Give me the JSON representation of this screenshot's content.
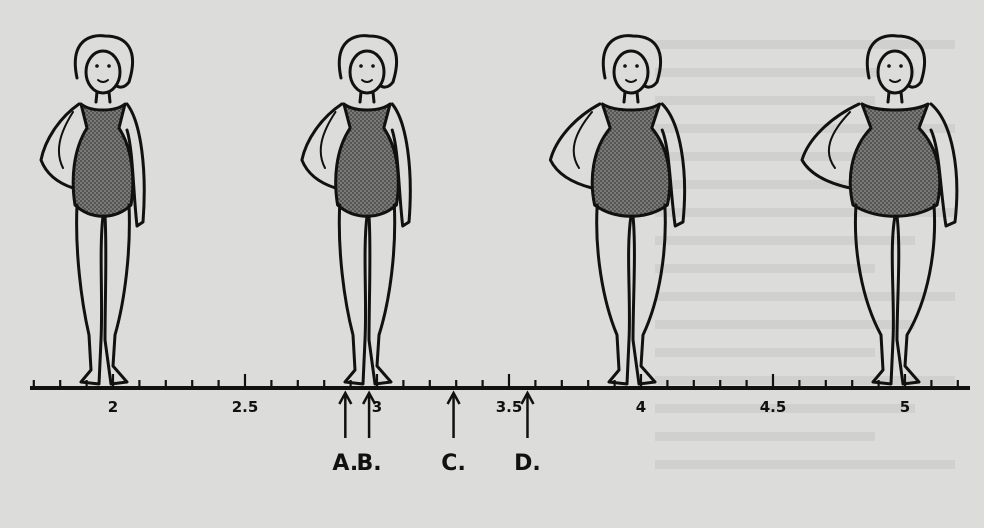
{
  "colors": {
    "ink": "#111111",
    "paper": "#dcdcda",
    "suit_fill": "#6f6f6d",
    "bleed_text": "#b9b9b6"
  },
  "scale": {
    "labels": [
      {
        "text": "2",
        "value": 2
      },
      {
        "text": "2.5",
        "value": 2.5
      },
      {
        "text": "3",
        "value": 3
      },
      {
        "text": "3.5",
        "value": 3.5
      },
      {
        "text": "4",
        "value": 4
      },
      {
        "text": "4.5",
        "value": 4.5
      },
      {
        "text": "5",
        "value": 5
      }
    ],
    "minor_step": 0.1
  },
  "markers": [
    {
      "label": "A.",
      "value": 2.88
    },
    {
      "label": "B.",
      "value": 2.97
    },
    {
      "label": "C.",
      "value": 3.29
    },
    {
      "label": "D.",
      "value": 3.57
    }
  ],
  "figures": [
    {
      "name": "figure-2",
      "scale_value": 2,
      "build": 1.0
    },
    {
      "name": "figure-3",
      "scale_value": 3,
      "build": 1.05
    },
    {
      "name": "figure-4",
      "scale_value": 4,
      "build": 1.3
    },
    {
      "name": "figure-5",
      "scale_value": 5,
      "build": 1.5
    }
  ]
}
